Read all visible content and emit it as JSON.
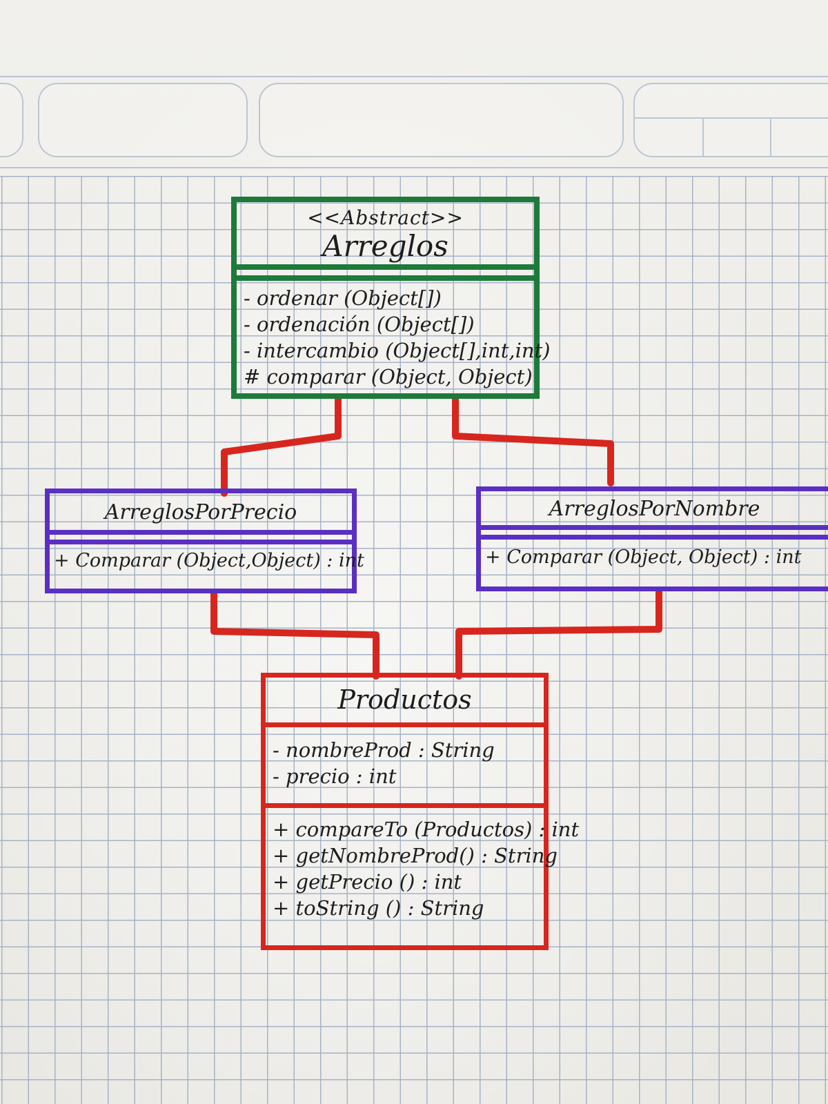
{
  "colors": {
    "abstract_class": "#1d7a3a",
    "subclasses": "#5b2fc2",
    "products_class": "#d7261e",
    "connectors": "#d7261e",
    "grid_lines": "#a6b3c6"
  },
  "classes": {
    "arreglos": {
      "stereotype": "<<Abstract>>",
      "name": "Arreglos",
      "methods": [
        "- ordenar (Object[])",
        "- ordenación (Object[])",
        "- intercambio (Object[],int,int)",
        "# comparar (Object, Object)"
      ]
    },
    "por_precio": {
      "name": "ArreglosPorPrecio",
      "methods": [
        "+ Comparar (Object,Object) : int"
      ]
    },
    "por_nombre": {
      "name": "ArreglosPorNombre",
      "methods": [
        "+ Comparar (Object, Object) : int"
      ]
    },
    "productos": {
      "name": "Productos",
      "attributes": [
        "- nombreProd : String",
        "- precio : int"
      ],
      "methods": [
        "+ compareTo (Productos) : int",
        "+ getNombreProd() : String",
        "+ getPrecio () : int",
        "+ toString () : String"
      ]
    }
  }
}
